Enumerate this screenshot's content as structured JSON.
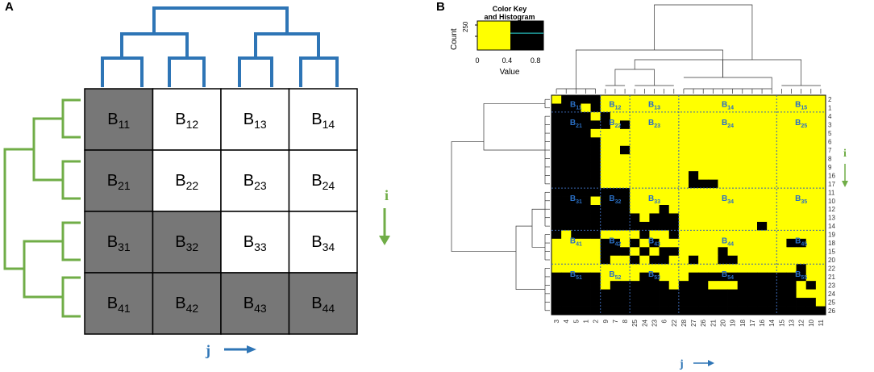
{
  "panelA": {
    "label": "A",
    "blocks": [
      [
        {
          "b": "B",
          "s": "11",
          "dark": true
        },
        {
          "b": "B",
          "s": "12",
          "dark": false
        },
        {
          "b": "B",
          "s": "13",
          "dark": false
        },
        {
          "b": "B",
          "s": "14",
          "dark": false
        }
      ],
      [
        {
          "b": "B",
          "s": "21",
          "dark": true
        },
        {
          "b": "B",
          "s": "22",
          "dark": false
        },
        {
          "b": "B",
          "s": "23",
          "dark": false
        },
        {
          "b": "B",
          "s": "24",
          "dark": false
        }
      ],
      [
        {
          "b": "B",
          "s": "31",
          "dark": true
        },
        {
          "b": "B",
          "s": "32",
          "dark": true
        },
        {
          "b": "B",
          "s": "33",
          "dark": false
        },
        {
          "b": "B",
          "s": "34",
          "dark": false
        }
      ],
      [
        {
          "b": "B",
          "s": "41",
          "dark": true
        },
        {
          "b": "B",
          "s": "42",
          "dark": true
        },
        {
          "b": "B",
          "s": "43",
          "dark": true
        },
        {
          "b": "B",
          "s": "44",
          "dark": true
        }
      ]
    ],
    "i_label": "i",
    "j_label": "j",
    "colors": {
      "dark": "#777777",
      "light": "#ffffff",
      "dendro_col": "#2e75b6",
      "dendro_row": "#70ad47",
      "i_color": "#70ad47",
      "j_color": "#2e75b6"
    }
  },
  "panelB": {
    "label": "B",
    "key": {
      "title_line1": "Color Key",
      "title_line2": "and Histogram",
      "ylabel": "Count",
      "ytick": "250",
      "xticks": [
        "0",
        "0.4",
        "0.8"
      ],
      "xlabel": "Value"
    },
    "col_labels": [
      "3",
      "4",
      "5",
      "1",
      "2",
      "9",
      "7",
      "8",
      "25",
      "24",
      "23",
      "6",
      "22",
      "28",
      "27",
      "26",
      "21",
      "20",
      "19",
      "18",
      "17",
      "16",
      "14",
      "15",
      "13",
      "12",
      "10",
      "11"
    ],
    "row_labels": [
      "2",
      "1",
      "4",
      "3",
      "5",
      "6",
      "7",
      "8",
      "9",
      "16",
      "17",
      "11",
      "10",
      "12",
      "13",
      "14",
      "19",
      "18",
      "15",
      "20",
      "22",
      "21",
      "23",
      "24",
      "25",
      "26"
    ],
    "col_groups": [
      5,
      3,
      5,
      10,
      5
    ],
    "row_groups": [
      2,
      9,
      5,
      4,
      6
    ],
    "blocks": [
      [
        "B11",
        "B12",
        "B13",
        "B14",
        "B15"
      ],
      [
        "B21",
        "B22",
        "B23",
        "B24",
        "B25"
      ],
      [
        "B31",
        "B32",
        "B33",
        "B34",
        "B35"
      ],
      [
        "B41",
        "B42",
        "B43",
        "B44",
        "B45"
      ],
      [
        "B51",
        "B52",
        "B53",
        "B54",
        "B55"
      ]
    ],
    "i_label": "i",
    "j_label": "j",
    "colors": {
      "yellow": "#ffff00",
      "black": "#000000",
      "grid": "#3a66b0",
      "block_text": "#2a6fc4",
      "i_color": "#70ad47",
      "j_color": "#2e75b6"
    },
    "matrix": [
      "1000011111111111111111111111",
      "0001011111111111111111111111",
      "0000101111111111111111111111",
      "0000001011111111111111111111",
      "0000111111111111111111111111",
      "0000011111111111111111111111",
      "0000011011111111111111111111",
      "0000011111111111111111111111",
      "0000011111111111111111111111",
      "0000011111111101111111111111",
      "0000011111111100011111111111",
      "0000000011111111111111111111",
      "0000100011111111111111111111",
      "0000000011101111111111111111",
      "0000000001000111111111111111",
      "0000000000000111111110111111",
      "0100011110110111111111111111",
      "1111100101011111111111110011",
      "1111100010100111101111111111",
      "1111101101001101100111111111",
      "1111111111111111111111111011",
      "0000011110011100000000000011",
      "0000010000001000111000000101",
      "0000000000000000000000000111",
      "0000000000000000000000000001",
      "0000000000000000000000000000"
    ]
  }
}
